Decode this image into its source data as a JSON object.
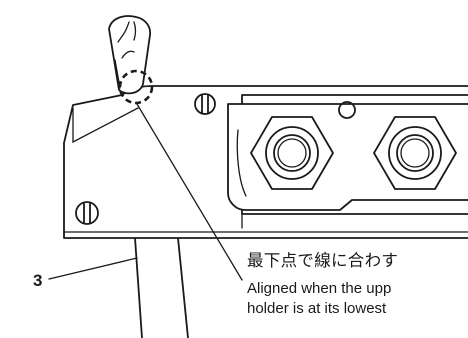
{
  "callout": {
    "part_number": "3"
  },
  "note": {
    "jp": "最下点で線に合わす",
    "en_line1": "Aligned when the upp",
    "en_line2": "holder is at its lowest"
  },
  "icons": {
    "screw": "slotted-screw-icon",
    "bolt": "hex-bolt-icon",
    "highlight": "dashed-highlight-circle-icon"
  },
  "colors": {
    "ink": "#1a1a1a",
    "background": "#ffffff"
  }
}
